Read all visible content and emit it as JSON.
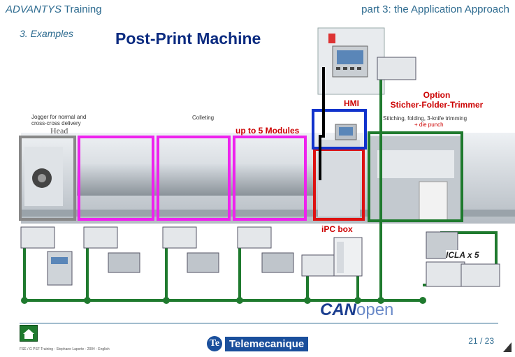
{
  "header": {
    "brand_italic": "ADVANTYS",
    "brand_rest": " Training",
    "part_title": "part 3: the Application Approach"
  },
  "section": "3. Examples",
  "title": "Post-Print Machine",
  "labels": {
    "hmi": "HMI",
    "option_line1": "Option",
    "option_line2": "Sticher-Folder-Trimmer",
    "head": "Head",
    "modules": "up to 5 Modules",
    "ipc_box": "iPC box",
    "icla": "ICLA x 5",
    "colleting": "Colleting",
    "jogger_line1": "Jogger for normal and",
    "jogger_line2": "cross-cross delivery",
    "stitch_line1": "Stitching, folding, 3-knife trimming",
    "stitch_line2": "+ die punch"
  },
  "canopen": {
    "part1": "CAN",
    "part2": "open"
  },
  "footer": {
    "page": "21 / 23",
    "credit": "FSE / G PSF Training - Stephane Laporte - 2004 - English",
    "company": "Telemecanique",
    "logo_letter": "Te"
  },
  "colors": {
    "magenta": "#ee22ee",
    "green": "#1f7a2e",
    "red": "#dd1111",
    "blue": "#1133cc",
    "grey": "#888888"
  }
}
